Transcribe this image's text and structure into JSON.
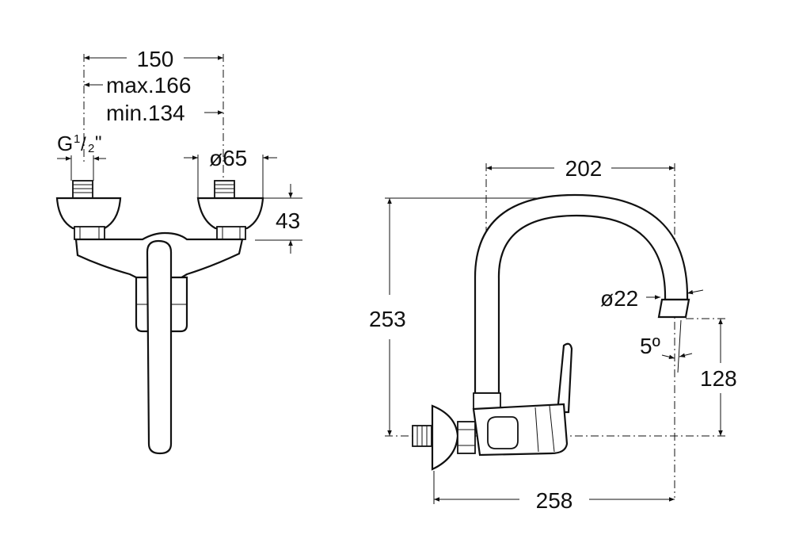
{
  "front_view": {
    "dim_center_distance": "150",
    "dim_max": "max.166",
    "dim_min": "min.134",
    "dim_thread": "G",
    "dim_thread_frac_num": "1",
    "dim_thread_frac_den": "2",
    "dim_thread_unit": "\"",
    "dim_flange_diameter": "ø65",
    "dim_flange_height": "43"
  },
  "side_view": {
    "dim_spout_reach": "202",
    "dim_total_height": "253",
    "dim_outlet_diameter": "ø22",
    "dim_angle": "5º",
    "dim_outlet_height": "128",
    "dim_total_depth": "258"
  }
}
